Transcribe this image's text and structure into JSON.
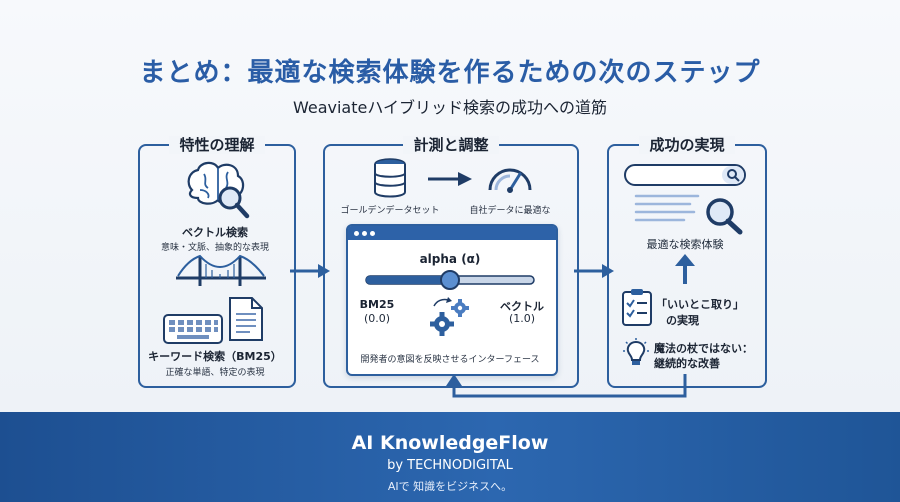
{
  "title": "まとめ：最適な検索体験を作るための次のステップ",
  "subtitle": "Weaviateハイブリッド検索の成功への道筋",
  "panels": {
    "left": {
      "title": "特性の理解",
      "vector_title": "ベクトル検索",
      "vector_desc": "意味・文脈、抽象的な表現",
      "keyword_title": "キーワード検索（BM25）",
      "keyword_desc": "正確な単語、特定の表現"
    },
    "middle": {
      "title": "計測と調整",
      "golden_label": "ゴールデンデータセット",
      "optimal_label": "自社データに最適な",
      "alpha_label": "alpha (α)",
      "bm25_label": "BM25",
      "bm25_value": "(0.0)",
      "vector_label": "ベクトル",
      "vector_value": "(1.0)",
      "interface_label": "開発者の意図を反映させるインターフェース"
    },
    "right": {
      "title": "成功の実現",
      "optimal_search": "最適な検索体験",
      "best_of_both": "「いいとこ取り」",
      "realization": "の実現",
      "magic_line1": "魔法の杖ではない：",
      "magic_line2": "継続的な改善"
    }
  },
  "slider": {
    "value": 0.5
  },
  "footer": {
    "brand": "AI KnowledgeFlow",
    "by": "by TECHNODIGITAL",
    "tagline": "AIで 知識をビジネスへ。"
  },
  "colors": {
    "accent": "#2d5f9e",
    "footer": "#1d4f91"
  }
}
